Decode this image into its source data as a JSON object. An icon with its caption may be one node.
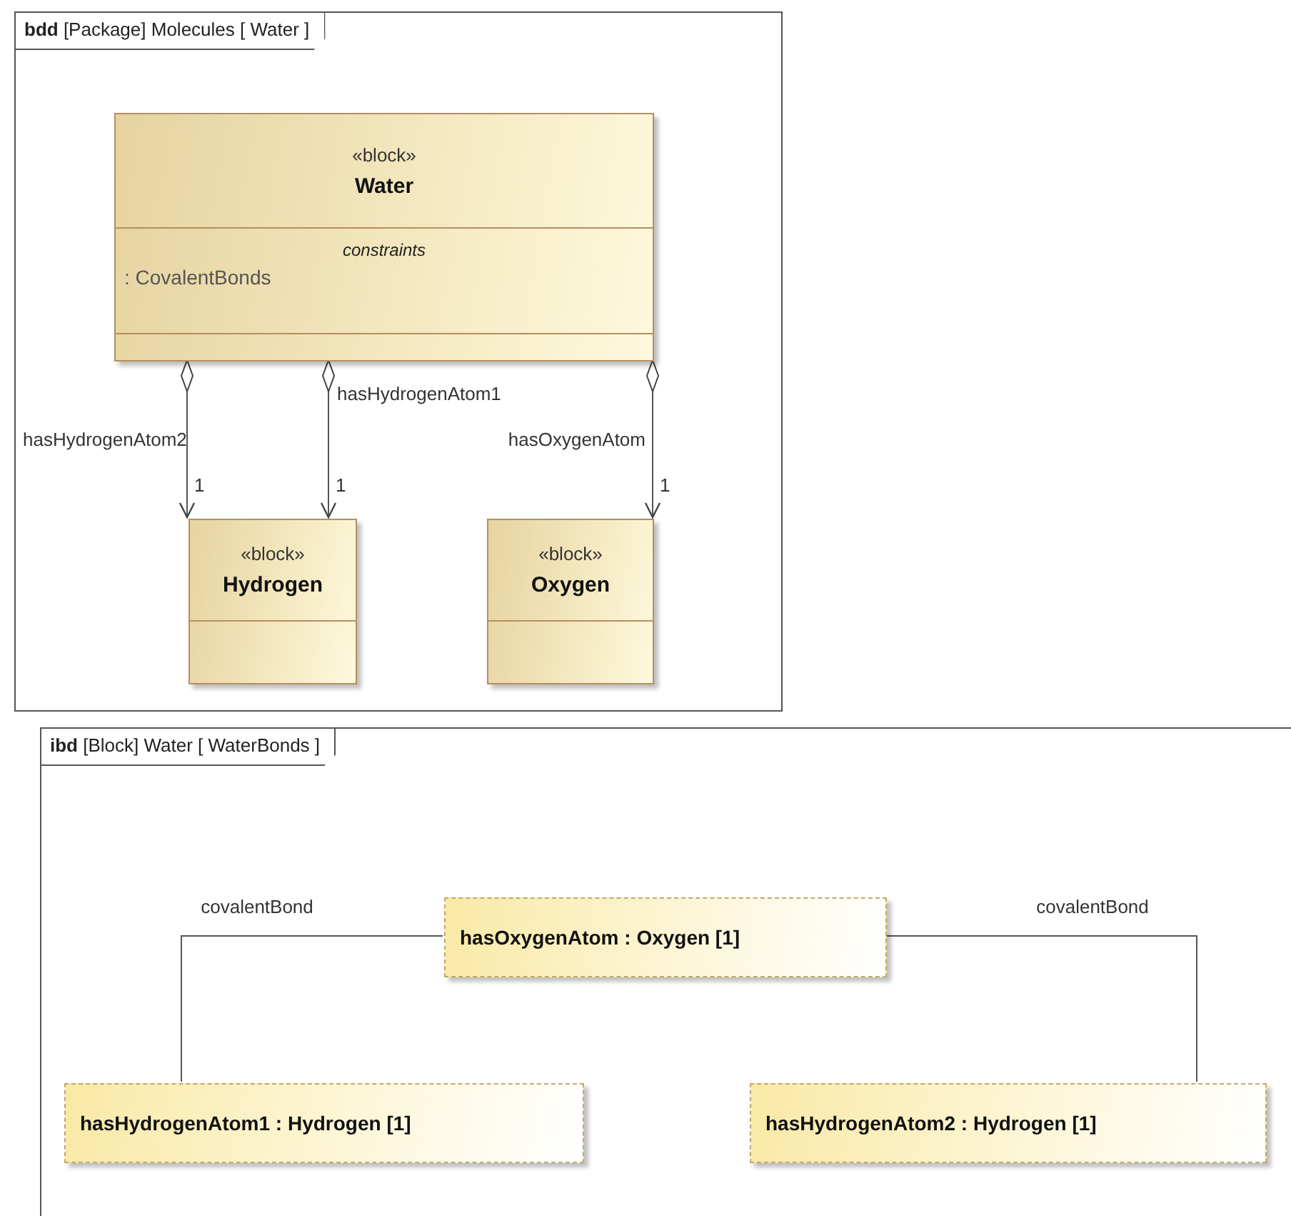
{
  "diagram": {
    "nodes": [
      {
        "text": [
          "**bdd** [Package] Molecules [ Water ]"
        ]
      },
      {
        "text": [
          "«block»",
          "Water",
          "constraints",
          ": CovalentBonds"
        ],
        "in": 0
      },
      {
        "text": [
          "«block»",
          "Hydrogen"
        ],
        "in": 0
      },
      {
        "text": [
          "«block»",
          "Oxygen"
        ],
        "in": 0
      },
      {
        "text": [
          "**ibd** [Block] Water [ WaterBonds ]"
        ]
      },
      {
        "text": [
          "hasOxygenAtom : Oxygen [1]"
        ],
        "in": 4
      },
      {
        "text": [
          "hasHydrogenAtom1 : Hydrogen [1]"
        ],
        "in": 4
      },
      {
        "text": [
          "hasHydrogenAtom2 : Hydrogen [1]"
        ],
        "in": 4
      }
    ],
    "edges": [
      {
        "from": 1,
        "to": 2,
        "arrow": "to",
        "label": "hasHydrogenAtom2"
      },
      {
        "from": 1,
        "to": 2,
        "arrow": "to",
        "label": "hasHydrogenAtom1"
      },
      {
        "from": 1,
        "to": 3,
        "arrow": "to",
        "label": "hasOxygenAtom"
      },
      {
        "from": 5,
        "to": 6,
        "arrow": "none",
        "label": "covalentBond"
      },
      {
        "from": 5,
        "to": 7,
        "arrow": "none",
        "label": "covalentBond"
      }
    ],
    "labels": [
      "1",
      "1",
      "1"
    ]
  }
}
